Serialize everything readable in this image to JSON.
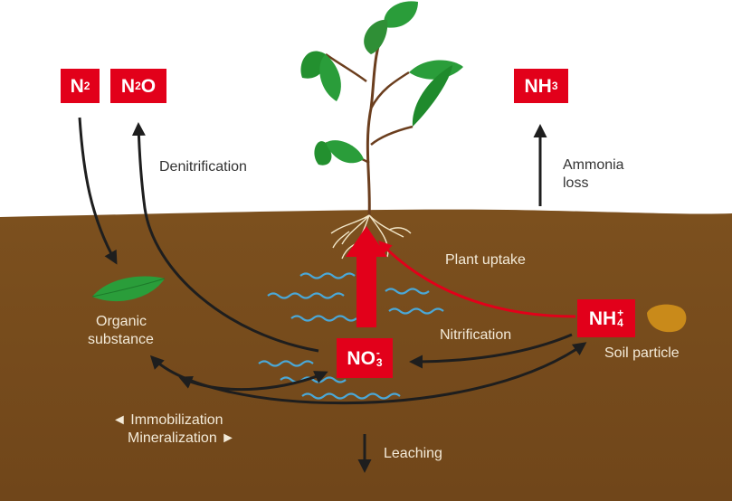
{
  "molecules": {
    "n2": {
      "main": "N",
      "sub": "2"
    },
    "n2o": {
      "n": "N",
      "sub": "2",
      "o": "O"
    },
    "nh3": {
      "main": "NH",
      "sub": "3"
    },
    "no3": {
      "main": "NO",
      "sub": "3",
      "sup": "-"
    },
    "nh4": {
      "main": "NH",
      "sub": "4",
      "sup": "+"
    }
  },
  "labels": {
    "denitrification": "Denitrification",
    "ammonia_line1": "Ammonia",
    "ammonia_line2": "loss",
    "plant_uptake": "Plant uptake",
    "nitrification": "Nitrification",
    "organic_line1": "Organic",
    "organic_line2": "substance",
    "soil_particle": "Soil particle",
    "immobilization": "◄ Immobilization",
    "mineralization": "Mineralization ►",
    "leaching": "Leaching"
  },
  "colors": {
    "soil": "#7a4e1d",
    "sky": "#ffffff",
    "box": "#e2001a",
    "arrow_dark": "#1e1e1e",
    "arrow_red": "#e2001a",
    "water": "#4aa8d8",
    "leaf": "#2a9d3a",
    "soil_particle": "#c98a1a"
  },
  "icons": [
    "plant-icon",
    "leaf-icon",
    "soil-particle-icon",
    "water-wave-icon"
  ]
}
